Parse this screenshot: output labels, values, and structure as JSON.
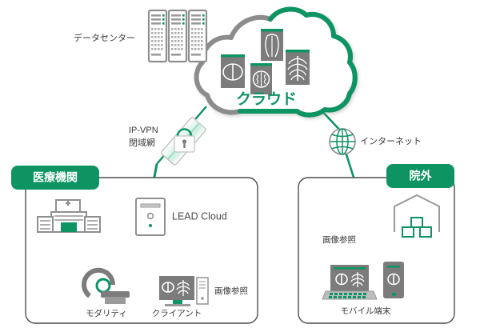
{
  "diagram": {
    "title_labels": {
      "data_center": "データセンター",
      "cloud": "クラウド",
      "vpn_line1": "IP-VPN",
      "vpn_line2": "閉域網",
      "internet": "インターネット"
    },
    "zones": [
      {
        "id": "medical-institution",
        "badge": "医療機関",
        "badge_color": "#0e9463",
        "nodes": [
          {
            "id": "hospital",
            "label": ""
          },
          {
            "id": "lead-cloud-server",
            "label": "LEAD Cloud"
          },
          {
            "id": "modality",
            "label": "モダリティ"
          },
          {
            "id": "client",
            "label": "クライアント"
          }
        ],
        "annotations": [
          "画像参照"
        ]
      },
      {
        "id": "outside-hospital",
        "badge": "院外",
        "badge_color": "#0e9463",
        "nodes": [
          {
            "id": "mobile-terminal",
            "label": "モバイル端末"
          },
          {
            "id": "home",
            "label": ""
          }
        ],
        "annotations": [
          "画像参照"
        ]
      }
    ],
    "colors": {
      "green": "#0e9463",
      "green_light": "#17a06b",
      "gray": "#808080",
      "gray_dark": "#6d6d6d",
      "icon_gray": "#7c7c7c",
      "text": "#3a3a3a",
      "tunnel_fill": "#e8f7f1"
    },
    "icons": {
      "data_center": "server-rack-icon",
      "cloud": "cloud-icon",
      "vpn": "vpn-tunnel-lock-icon",
      "internet": "globe-icon",
      "hospital": "hospital-building-icon",
      "server": "server-tower-icon",
      "modality": "ct-scanner-icon",
      "client": "desktop-computer-icon",
      "laptop": "laptop-icon",
      "smartphone": "smartphone-icon",
      "home": "house-icon",
      "xray_images": [
        "xray-leg-icon",
        "xray-pelvis-icon",
        "xray-brain-icon",
        "xray-chest-icon"
      ]
    }
  }
}
